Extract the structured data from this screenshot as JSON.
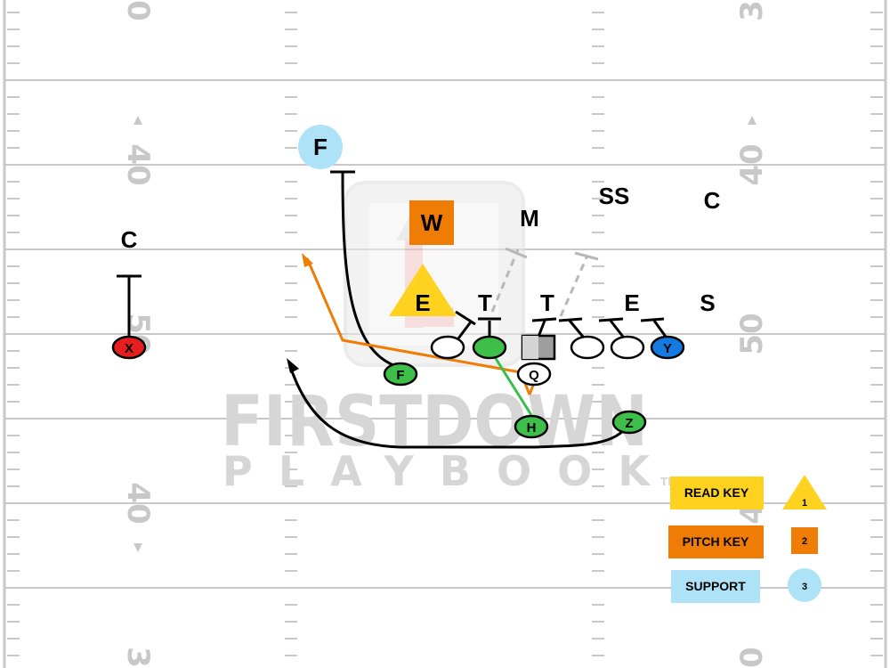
{
  "field": {
    "yard_numbers_left": [
      "0",
      "40",
      "50",
      "40",
      "3"
    ],
    "yard_numbers_right": [
      "3",
      "40",
      "50",
      "40",
      "0"
    ]
  },
  "watermark": {
    "line1": "FIRSTDOWN",
    "line2": "PLAYBOOK",
    "tm": "TM"
  },
  "offense": {
    "X": "X",
    "Y": "Y",
    "Z": "Z",
    "H": "H",
    "F": "F",
    "Q": "Q"
  },
  "defense": {
    "C_left": "C",
    "F_support": "F",
    "W": "W",
    "M": "M",
    "SS": "SS",
    "C_right": "C",
    "E_left": "E",
    "T_left": "T",
    "T_right": "T",
    "E_right": "E",
    "S": "S"
  },
  "legend": [
    {
      "label": "READ KEY",
      "marker": "1",
      "color": "#ffd21f"
    },
    {
      "label": "PITCH KEY",
      "marker": "2",
      "color": "#ef7d05"
    },
    {
      "label": "SUPPORT",
      "marker": "3",
      "color": "#aee3f7"
    }
  ],
  "colors": {
    "green_player": "#3dbf4a",
    "red_player": "#e81e1e",
    "blue_player": "#1479e0",
    "read_key": "#ffd21f",
    "pitch_key": "#ef7d05",
    "support": "#aee3f7",
    "route_orange": "#ef7d05",
    "route_green": "#35c04a"
  }
}
